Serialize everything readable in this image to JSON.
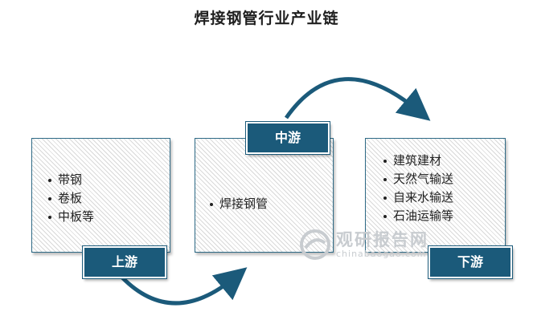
{
  "title": "焊接钢管行业产业链",
  "upstream": {
    "tag": "上游",
    "items": [
      "带钢",
      "卷板",
      "中板等"
    ]
  },
  "midstream": {
    "tag": "中游",
    "items": [
      "焊接钢管"
    ]
  },
  "downstream": {
    "tag": "下游",
    "items": [
      "建筑建材",
      "天然气输送",
      "自来水输送",
      "石油运输等"
    ]
  },
  "watermark": {
    "text_cn": "观研报告网",
    "text_en": "chinabaogao.com"
  },
  "colors": {
    "accent": "#1b5a7a",
    "border": "#2e6a86",
    "watermark": "#c8ccd0"
  }
}
